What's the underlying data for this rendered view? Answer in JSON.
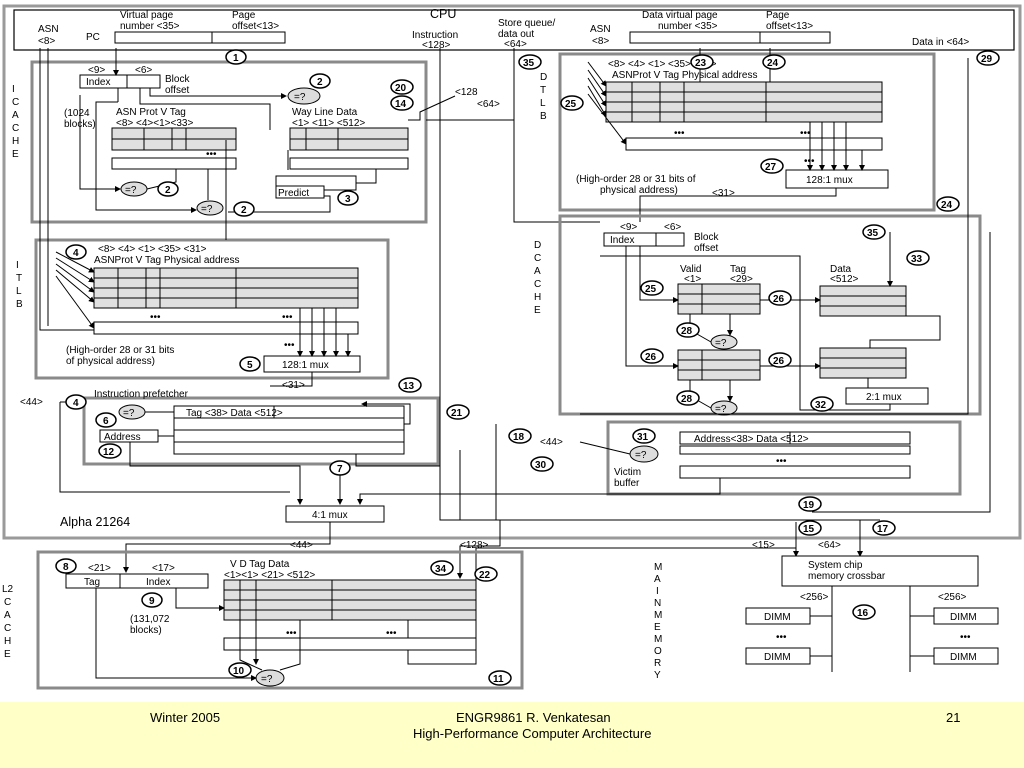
{
  "colors": {
    "diagram_background": "#ffffff",
    "slide_background": "#ffffc8",
    "frame_gray": "#8a8a8a",
    "cell_fill": "#e0e0e0"
  },
  "diagram": {
    "cpu_title": "CPU",
    "processor_name": "Alpha 21264",
    "pc": {
      "asn": "ASN",
      "asn_bits": "<8>",
      "pc_label": "PC",
      "virtual_page": "Virtual page",
      "virtual_page_number": "number <35>",
      "page": "Page",
      "page_offset": "offset<13>"
    },
    "instruction_bus": {
      "label": "Instruction",
      "width": "<128>"
    },
    "store_queue": {
      "line1": "Store queue/",
      "line2": "data out",
      "width": "<64>"
    },
    "data_vaddr": {
      "asn": "ASN",
      "asn_bits": "<8>",
      "data_virtual_page": "Data virtual page",
      "number": "number <35>",
      "page": "Page",
      "page_offset": "offset<13>"
    },
    "data_in": "Data in <64>",
    "icache": {
      "side_label": [
        "I",
        "C",
        "A",
        "C",
        "H",
        "E"
      ],
      "index_bits": "<9>",
      "offset_bits": "<6>",
      "index": "Index",
      "block": "Block",
      "offset": "offset",
      "blocks_1": "(1024",
      "blocks_2": "blocks)",
      "columns": "ASN Prot  V    Tag",
      "column_bits": "<8>  <4><1><33>",
      "way_line_data": "Way Line   Data",
      "way_line_bits": "<1>  <11>  <512>",
      "predict": "Predict",
      "width_128": "<128",
      "width_64": "<64>"
    },
    "itlb": {
      "side_label": [
        "I",
        "T",
        "L",
        "B"
      ],
      "column_bits": "<8> <4> <1>         <35>              <31>",
      "columns": "ASNProt V          Tag           Physical address",
      "note_1": "(High-order 28 or 31 bits",
      "note_2": "of physical  address)",
      "mux": "128:1 mux",
      "out_width": "<31>"
    },
    "prefetcher": {
      "title": "Instruction prefetcher",
      "tag_data": "Tag <38>          Data <512>",
      "address": "Address",
      "compare": "=?",
      "width_44": "<44>"
    },
    "dtlb": {
      "side_label": [
        "D",
        "T",
        "L",
        "B"
      ],
      "column_bits": "<8> <4> <1>        <35>              <31>",
      "columns": "ASNProt V           Tag            Physical address",
      "note_1": "(High-order 28 or 31 bits of",
      "note_2": "physical  address)",
      "mux": "128:1 mux",
      "out_width": "<31>"
    },
    "dcache": {
      "side_label": [
        "D",
        "C",
        "A",
        "C",
        "H",
        "E"
      ],
      "index_bits": "<9>",
      "offset_bits": "<6>",
      "index": "Index",
      "block": "Block",
      "offset": "offset",
      "valid": "Valid",
      "tag": "Tag",
      "valid_bits": "<1>",
      "tag_bits": "<29>",
      "data": "Data",
      "data_bits": "<512>",
      "mux": "2:1 mux"
    },
    "victim_buffer": {
      "columns": "Address<38>     Data <512>",
      "label_1": "Victim",
      "label_2": "buffer",
      "width_44": "<44>"
    },
    "mux4": "4:1 mux",
    "bus_widths": {
      "w44": "<44>",
      "w128": "<128>",
      "w15": "<15>",
      "w64": "<64>"
    },
    "l2cache": {
      "side_label": [
        "L2",
        "C",
        "A",
        "C",
        "H",
        "E"
      ],
      "tag_bits": "<21>",
      "index_bits": "<17>",
      "tag": "Tag",
      "index": "Index",
      "blocks_1": "(131,072",
      "blocks_2": "blocks)",
      "columns": "V    D        Tag              Data",
      "column_bits": "<1><1>       <21>             <512>"
    },
    "main_memory": {
      "side_label": [
        "M",
        "A",
        "I",
        "N",
        "",
        "M",
        "E",
        "M",
        "O",
        "R",
        "Y"
      ],
      "crossbar_1": "System chip",
      "crossbar_2": "memory crossbar",
      "width_256": "<256>",
      "dimm": "DIMM"
    },
    "compare": "=?",
    "ellipsis": "•••",
    "steps": [
      "1",
      "2",
      "3",
      "4",
      "5",
      "6",
      "7",
      "8",
      "9",
      "10",
      "11",
      "12",
      "13",
      "14",
      "15",
      "16",
      "17",
      "18",
      "19",
      "20",
      "21",
      "22",
      "23",
      "24",
      "25",
      "26",
      "27",
      "28",
      "29",
      "30",
      "31",
      "32",
      "33",
      "34",
      "35"
    ]
  },
  "footer": {
    "term": "Winter 2005",
    "course": "ENGR9861    R. Venkatesan",
    "course_title": "High-Performance Computer Architecture",
    "page_number": "21"
  }
}
